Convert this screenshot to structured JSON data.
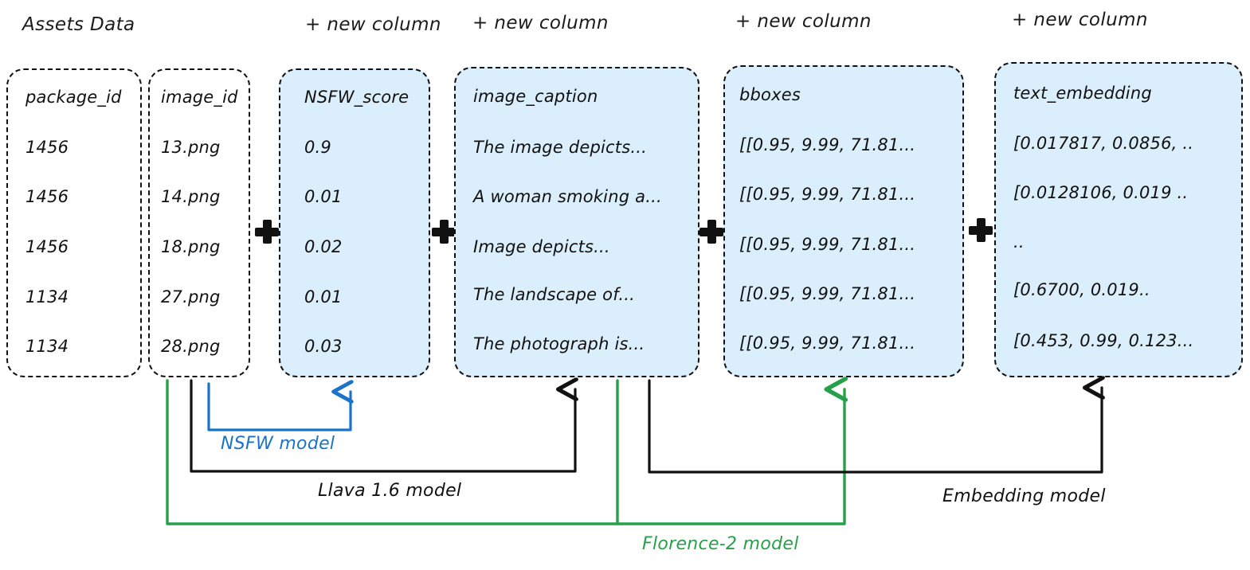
{
  "diagram": {
    "title": "Assets Data",
    "new_column_label": "+ new column",
    "plus_symbol": "+",
    "colors": {
      "nsfw_model": "#1a73c8",
      "llava_model": "#111111",
      "florence_model": "#27a149",
      "embedding_model": "#111111",
      "column_fill": "#dbeefb",
      "border": "#111111"
    },
    "columns": [
      {
        "name": "package_id",
        "header": "package_id",
        "filled": false,
        "has_new_column_label": false,
        "values": [
          "1456",
          "1456",
          "1456",
          "1134",
          "1134"
        ]
      },
      {
        "name": "image_id",
        "header": "image_id",
        "filled": false,
        "has_new_column_label": false,
        "values": [
          "13.png",
          "14.png",
          "18.png",
          "27.png",
          "28.png"
        ]
      },
      {
        "name": "NSFW_score",
        "header": "NSFW_score",
        "filled": true,
        "has_new_column_label": true,
        "values": [
          "0.9",
          "0.01",
          "0.02",
          "0.01",
          "0.03"
        ]
      },
      {
        "name": "image_caption",
        "header": "image_caption",
        "filled": true,
        "has_new_column_label": true,
        "values": [
          "The image depicts...",
          "A woman smoking a...",
          "Image depicts...",
          "The landscape of...",
          "The photograph is..."
        ]
      },
      {
        "name": "bboxes",
        "header": "bboxes",
        "filled": true,
        "has_new_column_label": true,
        "values": [
          "[[0.95, 9.99, 71.81...",
          "[[0.95, 9.99, 71.81...",
          "[[0.95, 9.99, 71.81...",
          "[[0.95, 9.99, 71.81...",
          "[[0.95, 9.99, 71.81..."
        ]
      },
      {
        "name": "text_embedding",
        "header": "text_embedding",
        "filled": true,
        "has_new_column_label": true,
        "values": [
          "[0.017817, 0.0856, ..",
          "[0.0128106, 0.019 ..",
          "..",
          "[0.6700, 0.019..",
          "[0.453, 0.99, 0.123..."
        ]
      }
    ],
    "model_flows": [
      {
        "name": "nsfw-model",
        "label": "NSFW model",
        "color": "#1a73c8",
        "source": "image_id",
        "target": "NSFW_score"
      },
      {
        "name": "llava-model",
        "label": "Llava 1.6 model",
        "color": "#111111",
        "source": "image_id",
        "target": "image_caption"
      },
      {
        "name": "florence-model",
        "label": "Florence-2 model",
        "color": "#27a149",
        "source": "image_id",
        "target": "bboxes"
      },
      {
        "name": "embedding-model",
        "label": "Embedding model",
        "color": "#111111",
        "source": "image_caption",
        "target": "text_embedding"
      }
    ]
  }
}
